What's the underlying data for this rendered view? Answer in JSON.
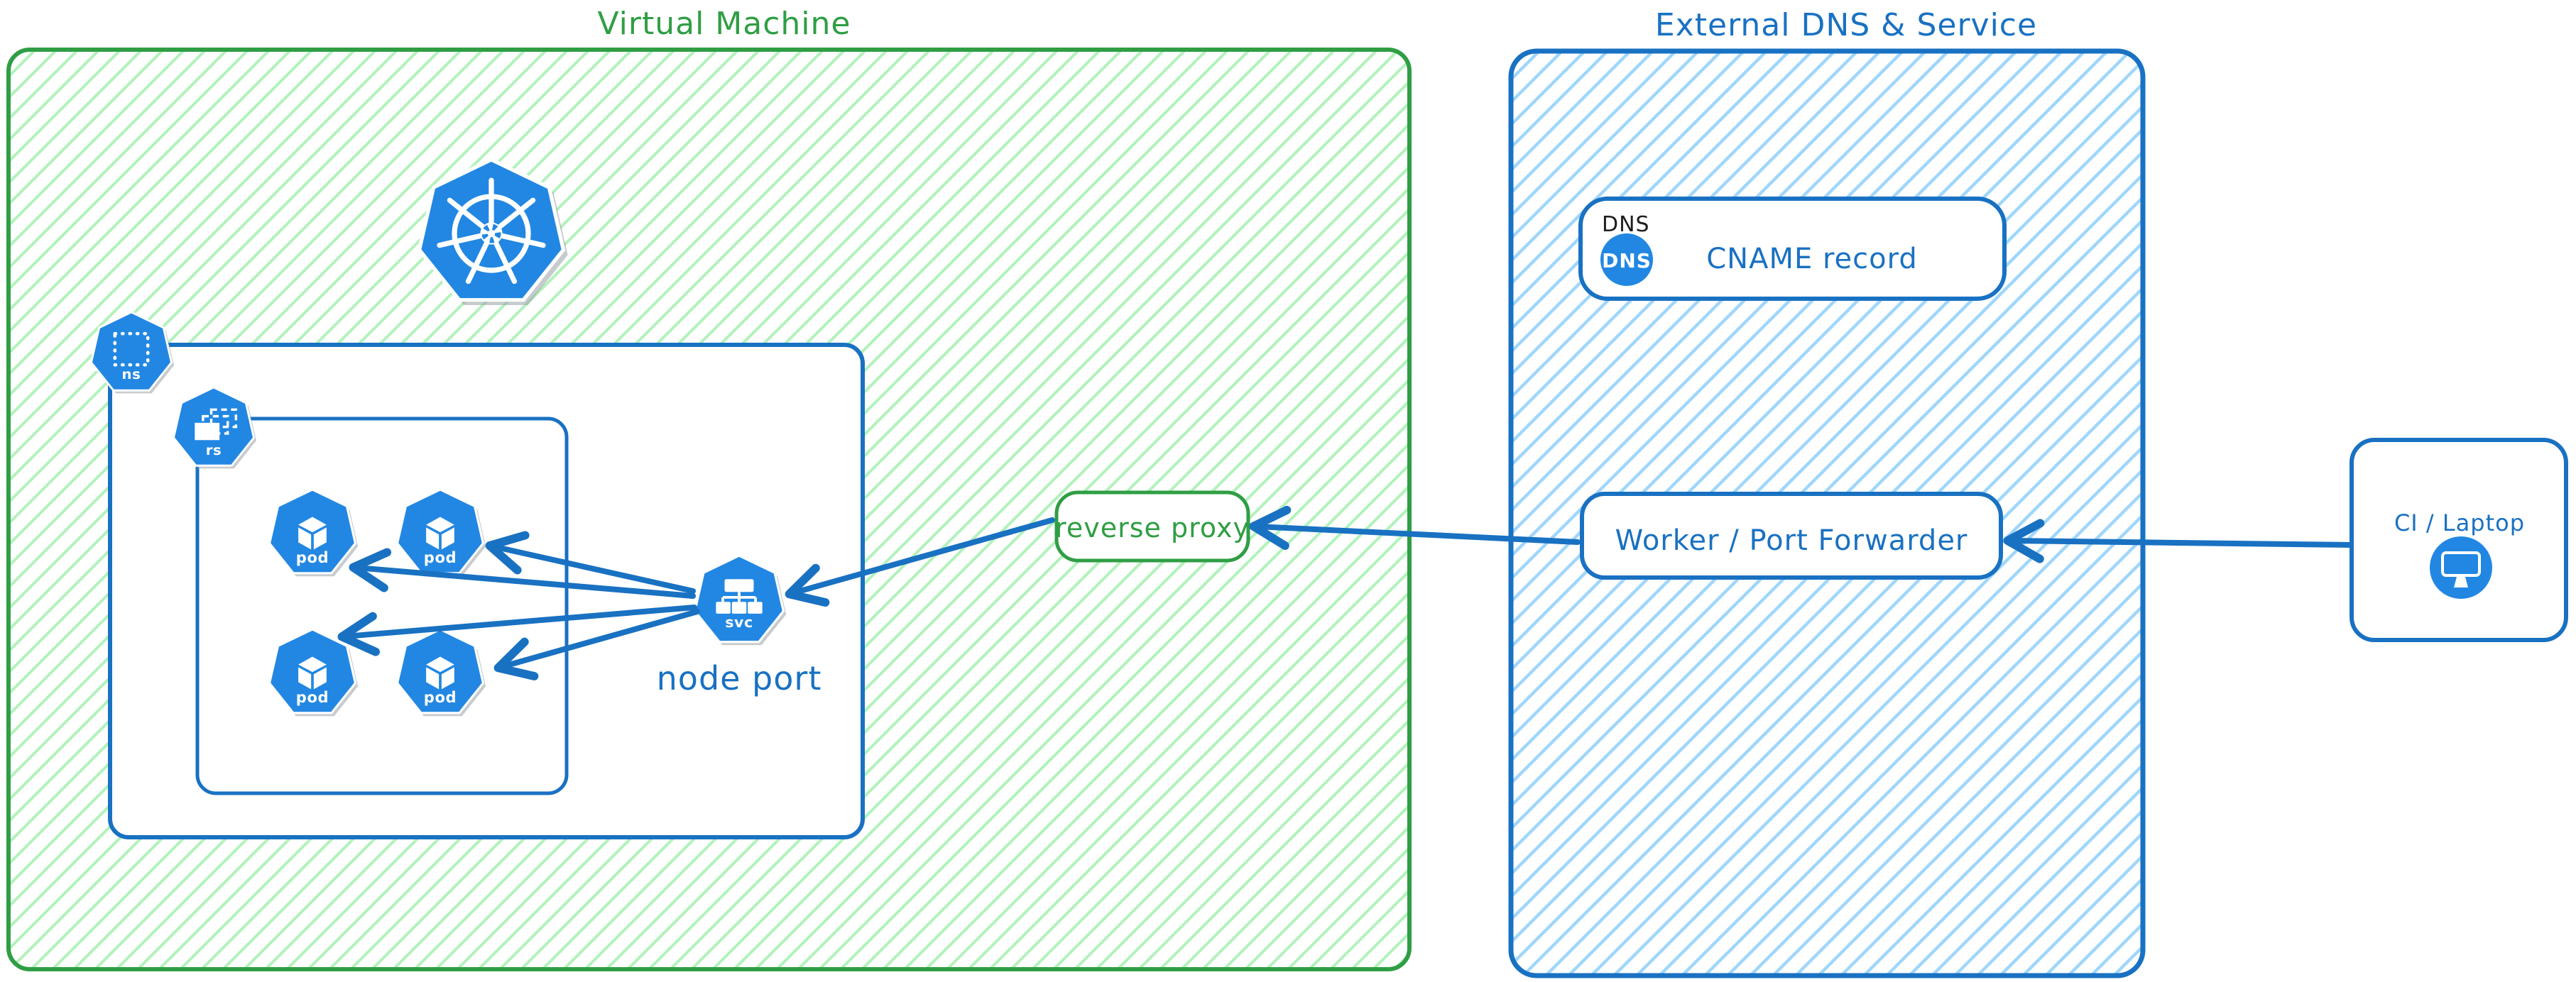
{
  "vm": {
    "title": "Virtual Machine"
  },
  "external": {
    "title": "External DNS & Service"
  },
  "k8s": {
    "ns_label": "ns",
    "rs_label": "rs",
    "pod_label": "pod",
    "svc_label": "svc",
    "node_port_caption": "node port"
  },
  "reverse_proxy": {
    "label": "reverse proxy"
  },
  "dns": {
    "header": "DNS",
    "icon_text": "DNS",
    "record_label": "CNAME record"
  },
  "worker": {
    "label": "Worker / Port Forwarder"
  },
  "ci": {
    "label": "CI / Laptop"
  },
  "colors": {
    "green": "#2f9e44",
    "green_hatch": "#b2f2bb",
    "blue": "#1971c2",
    "blue_hatch": "#a0d6fb",
    "icon_blue": "#2287e2",
    "black": "#1e1e1e"
  },
  "edges": [
    {
      "from": "CI / Laptop",
      "to": "Worker / Port Forwarder"
    },
    {
      "from": "Worker / Port Forwarder",
      "to": "reverse proxy"
    },
    {
      "from": "reverse proxy",
      "to": "node port (svc)"
    },
    {
      "from": "node port (svc)",
      "to": "pod",
      "count": 4
    }
  ]
}
